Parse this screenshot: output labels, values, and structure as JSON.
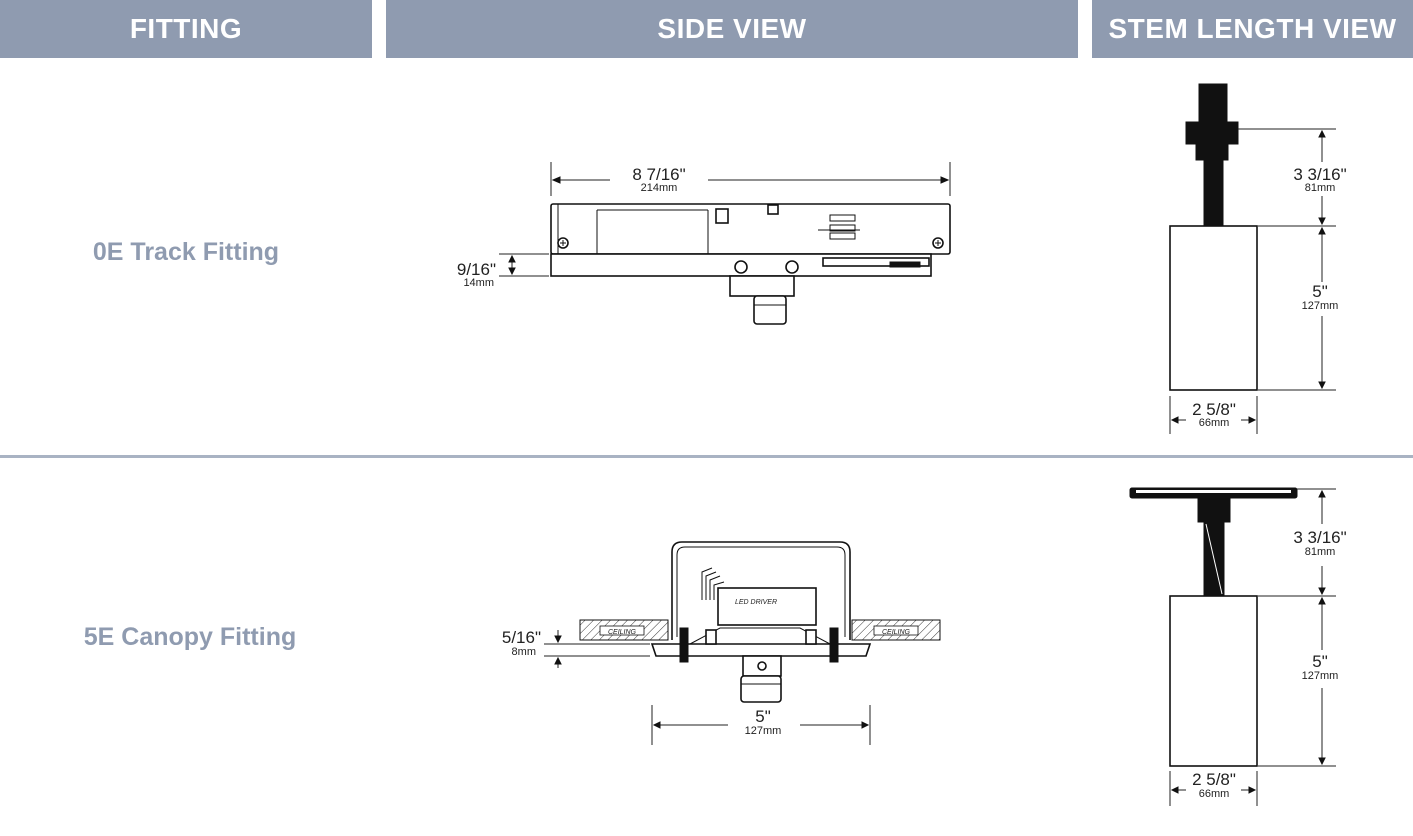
{
  "headers": {
    "fitting": "FITTING",
    "side_view": "SIDE VIEW",
    "stem_length_view": "STEM LENGTH VIEW"
  },
  "colors": {
    "header_bg": "#8f9bb0",
    "label_text": "#8f9bb0",
    "divider": "#a9b3c3"
  },
  "rows": [
    {
      "fitting_name": "0E Track Fitting",
      "side_view": {
        "width_in": "8 7/16\"",
        "width_mm": "214mm",
        "height_in": "9/16\"",
        "height_mm": "14mm"
      },
      "stem_view": {
        "stem_in": "3 3/16\"",
        "stem_mm": "81mm",
        "body_in": "5\"",
        "body_mm": "127mm",
        "diameter_in": "2 5/8\"",
        "diameter_mm": "66mm"
      }
    },
    {
      "fitting_name": "5E Canopy Fitting",
      "side_view": {
        "width_in": "5\"",
        "width_mm": "127mm",
        "height_in": "5/16\"",
        "height_mm": "8mm",
        "driver_label": "LED DRIVER",
        "ceiling_label": "CEILING"
      },
      "stem_view": {
        "stem_in": "3 3/16\"",
        "stem_mm": "81mm",
        "body_in": "5\"",
        "body_mm": "127mm",
        "diameter_in": "2 5/8\"",
        "diameter_mm": "66mm"
      }
    }
  ]
}
